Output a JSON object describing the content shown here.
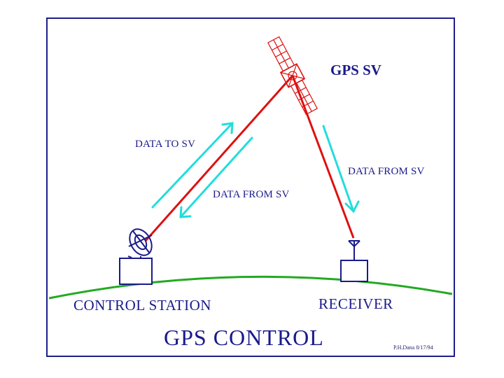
{
  "diagram": {
    "title": "GPS CONTROL",
    "satellite_label": "GPS SV",
    "uplink_label": "DATA TO SV",
    "downlink_station_label": "DATA FROM SV",
    "downlink_receiver_label": "DATA FROM SV",
    "station_label": "CONTROL STATION",
    "receiver_label": "RECEIVER",
    "credit": "P.H.Dana 8/17/94"
  },
  "colors": {
    "frame": "#1e1e8c",
    "signal": "#dd1111",
    "arrow": "#22dddd",
    "earth": "#22aa22",
    "equipment": "#1a1a8c",
    "text": "#1a1a8c"
  },
  "icons": {
    "satellite": "satellite-icon",
    "dish": "dish-antenna-icon",
    "receiver_antenna": "antenna-icon"
  }
}
